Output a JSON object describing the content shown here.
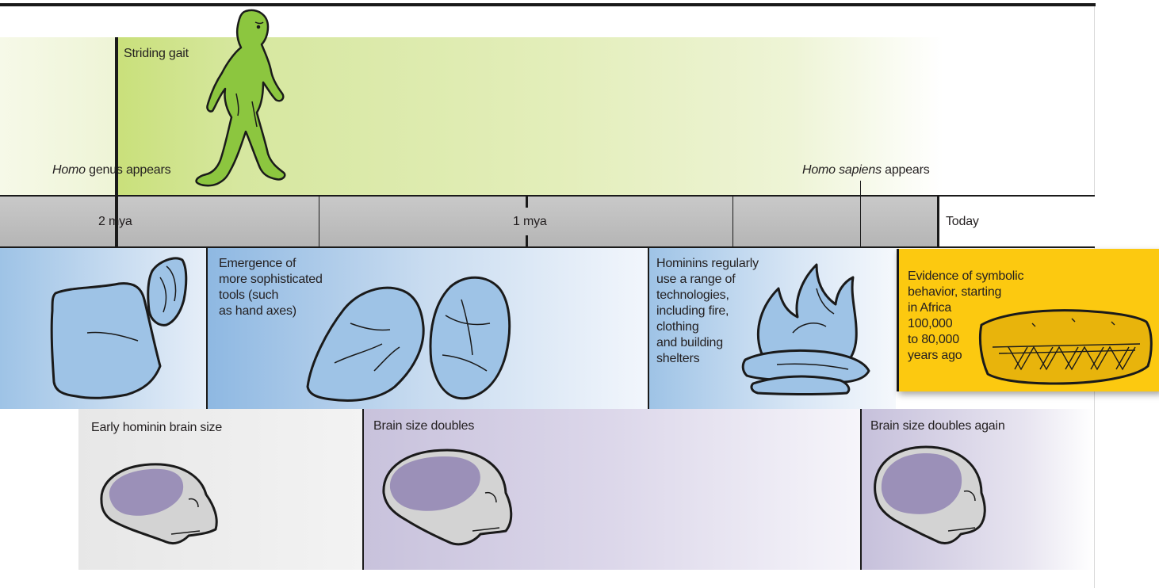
{
  "gait": {
    "label": "Striding gait",
    "homo_genus_prefix": "Homo",
    "homo_genus_suffix": " genus appears",
    "homo_sapiens_prefix": "Homo sapiens",
    "homo_sapiens_suffix": " appears"
  },
  "axis": {
    "tick_2mya": "2 mya",
    "tick_1mya": "1 mya",
    "today": "Today"
  },
  "tools": {
    "panel2_line1": "Emergence of",
    "panel2_line2": "more sophisticated",
    "panel2_line3": "tools (such",
    "panel2_line4": "as hand axes)",
    "panel3_line1": "Hominins regularly",
    "panel3_line2": "use a range of",
    "panel3_line3": "technologies,",
    "panel3_line4": "including fire,",
    "panel3_line5": "clothing",
    "panel3_line6": "and building",
    "panel3_line7": "shelters"
  },
  "symbolic": {
    "line1": "Evidence of symbolic",
    "line2": "behavior, starting",
    "line3": "in Africa",
    "line4": "100,000",
    "line5": "to 80,000",
    "line6": "years ago"
  },
  "brains": {
    "early": "Early hominin brain size",
    "doubles": "Brain size doubles",
    "doubles_again": "Brain size doubles again"
  },
  "colors": {
    "gait_green": "#c9e07a",
    "hominin_green": "#8cc63f",
    "tool_blue": "#9ec3e6",
    "symbolic_yellow": "#fcc910",
    "brain_purple": "#9b90b8",
    "axis_gray": "#bcbcbc"
  },
  "icons": [
    "hominin-figure-icon",
    "stone-tool-icon",
    "hand-axe-icon",
    "campfire-icon",
    "engraved-ochre-icon",
    "skull-icon"
  ]
}
